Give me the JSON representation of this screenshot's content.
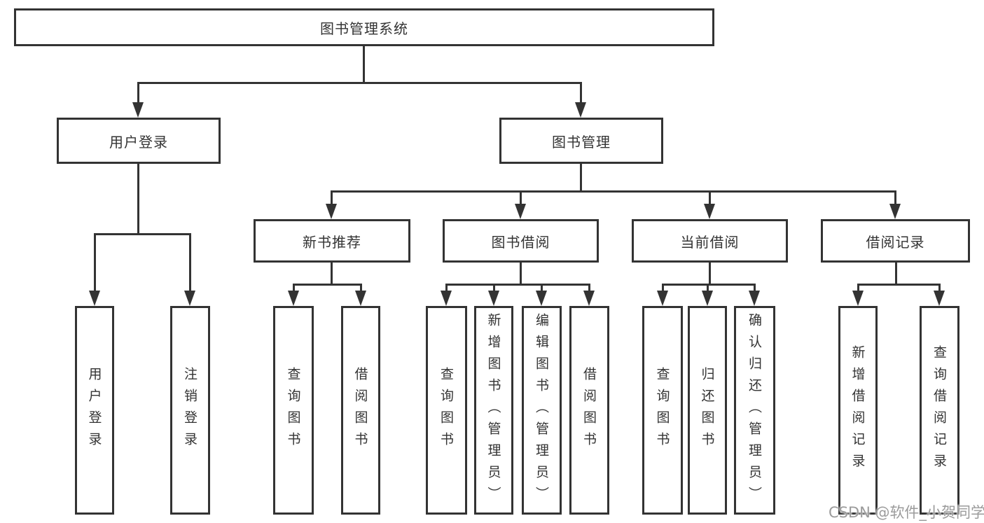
{
  "diagram": {
    "root": "图书管理系统",
    "level2": {
      "user_login": "用户登录",
      "book_management": "图书管理"
    },
    "level3": {
      "new_books": "新书推荐",
      "book_borrow": "图书借阅",
      "current_borrow": "当前借阅",
      "borrow_records": "借阅记录"
    },
    "leaves": {
      "user_login": [
        "用户登录",
        "注销登录"
      ],
      "new_books": [
        "查询图书",
        "借阅图书"
      ],
      "book_borrow": [
        "查询图书",
        "新增图书（管理员）",
        "编辑图书（管理员）",
        "借阅图书"
      ],
      "current_borrow": [
        "查询图书",
        "归还图书",
        "确认归还（管理员）"
      ],
      "borrow_records": [
        "新增借阅记录",
        "查询借阅记录"
      ]
    }
  },
  "watermark": "CSDN @软件_小贺同学",
  "colors": {
    "line": "#333333",
    "text": "#333333",
    "watermark": "#9b9b9b",
    "background": "#ffffff"
  }
}
